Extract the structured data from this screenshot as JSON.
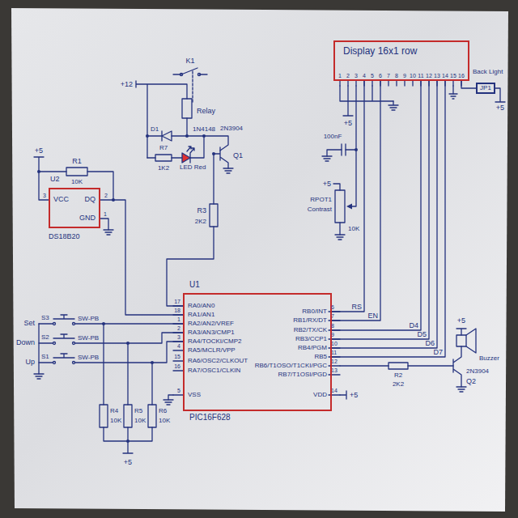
{
  "diagram": {
    "nodes": [
      {
        "text": [
          "Display 16x1 row"
        ]
      },
      {
        "text": [
          "JP1"
        ]
      },
      {
        "text": [
          "U2",
          "VCC",
          "DQ",
          "GND",
          "DS18B20"
        ]
      },
      {
        "text": [
          "U1",
          "RA0/AN0",
          "RA1/AN1",
          "RA2/AN2/VREF",
          "RA3/AN3/CMP1",
          "RA4/TOCKI/CMP2",
          "RA5/MCLR/VPP",
          "RA6/OSC2/CLKOUT",
          "RA7/OSC1/CLKIN",
          "VSS",
          "RB0/INT",
          "RB1/RX/DT",
          "RB2/TX/CK",
          "RB3/CCP1",
          "RB4/PGM",
          "RB5",
          "RB6/T1OSO/T1CKI/PGC",
          "RB7/T1OSI/PGD",
          "VDD",
          "PIC16F628"
        ]
      }
    ],
    "edges": [
      {
        "from": 0,
        "to": 1,
        "arrow": "none"
      },
      {
        "from": 2,
        "to": 3,
        "arrow": "none"
      },
      {
        "from": 0,
        "to": 3,
        "label": "RS",
        "arrow": "none"
      },
      {
        "from": 0,
        "to": 3,
        "label": "EN",
        "arrow": "none"
      },
      {
        "from": 0,
        "to": 3,
        "label": "D4",
        "arrow": "none"
      },
      {
        "from": 0,
        "to": 3,
        "label": "D5",
        "arrow": "none"
      },
      {
        "from": 0,
        "to": 3,
        "label": "D6",
        "arrow": "none"
      },
      {
        "from": 0,
        "to": 3,
        "label": "D7",
        "arrow": "none"
      }
    ],
    "labels": [
      "1",
      "2",
      "3",
      "4",
      "5",
      "6",
      "7",
      "8",
      "9",
      "10",
      "11",
      "12",
      "13",
      "14",
      "15",
      "16",
      "Back Light",
      "+5",
      "+5",
      "100nF",
      "+5",
      "RPOT1",
      "Contrast",
      "10K",
      "K1",
      "+12",
      "Relay",
      "D1",
      "1N4148",
      "2N3904",
      "R7",
      "1K2",
      "LED Red",
      "Q1",
      "R3",
      "2K2",
      "+5",
      "R1",
      "10K",
      "3",
      "2",
      "1",
      "Set",
      "S3",
      "SW-PB",
      "Down",
      "S2",
      "SW-PB",
      "Up",
      "S1",
      "SW-PB",
      "R4",
      "10K",
      "R5",
      "10K",
      "R6",
      "10K",
      "+5",
      "17",
      "18",
      "1",
      "2",
      "3",
      "4",
      "15",
      "16",
      "5",
      "6",
      "7",
      "8",
      "9",
      "10",
      "11",
      "12",
      "13",
      "14",
      "+5",
      "R2",
      "2K2",
      "2N3904",
      "Q2",
      "+5",
      "Buzzer"
    ]
  }
}
